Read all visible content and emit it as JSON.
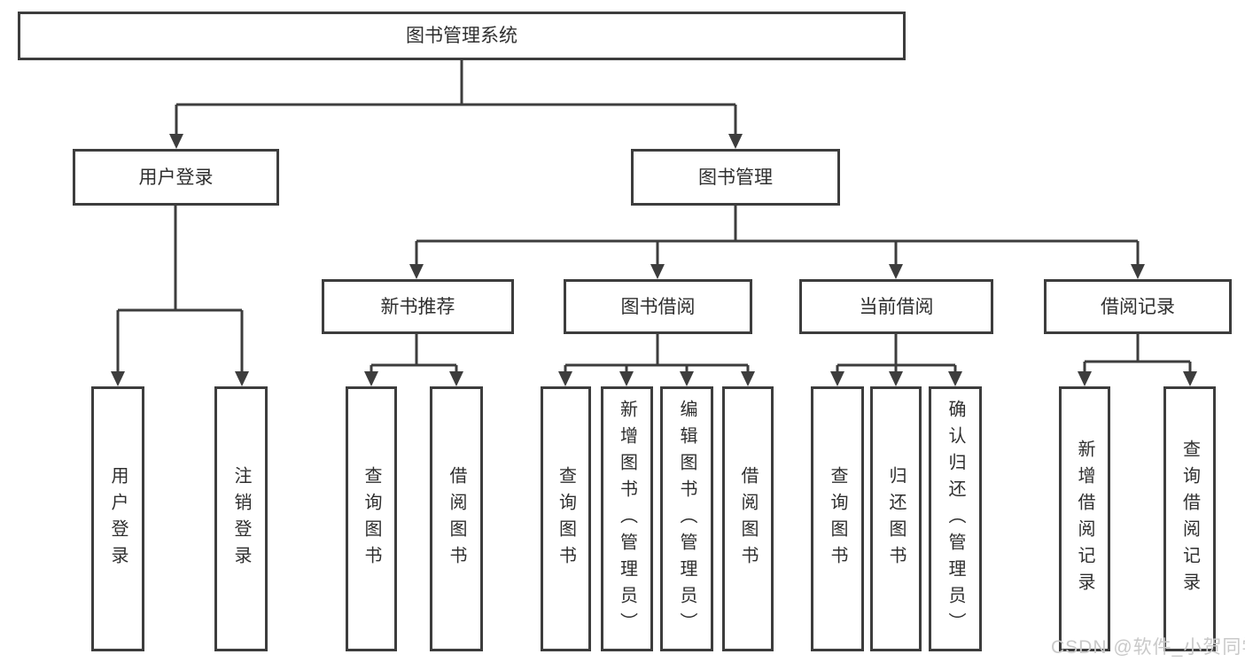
{
  "diagram": {
    "title": "图书管理系统",
    "level2": [
      {
        "label": "用户登录"
      },
      {
        "label": "图书管理"
      }
    ],
    "level3": [
      {
        "label": "新书推荐"
      },
      {
        "label": "图书借阅"
      },
      {
        "label": "当前借阅"
      },
      {
        "label": "借阅记录"
      }
    ],
    "leaves": {
      "user_login": [
        "用户登录",
        "注销登录"
      ],
      "new_book_recommend": [
        "查询图书",
        "借阅图书"
      ],
      "book_borrow": [
        "查询图书",
        "新增图书（管理员）",
        "编辑图书（管理员）",
        "借阅图书"
      ],
      "current_borrow": [
        "查询图书",
        "归还图书",
        "确认归还（管理员）"
      ],
      "borrow_record": [
        "新增借阅记录",
        "查询借阅记录"
      ]
    }
  },
  "watermark": "CSDN @软件_小贺同学",
  "colors": {
    "line": "#3d3d3d",
    "text": "#2f2f2f",
    "watermark": "#c9c9c9",
    "background": "#ffffff"
  }
}
